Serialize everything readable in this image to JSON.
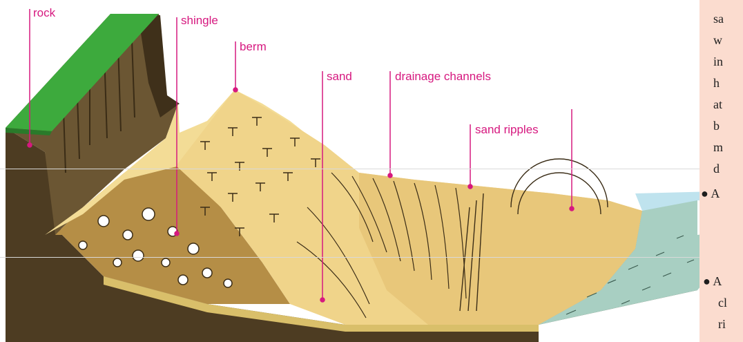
{
  "labels": {
    "rock": "rock",
    "shingle": "shingle",
    "berm": "berm",
    "sand": "sand",
    "drainage": "drainage channels",
    "ripples": "sand ripples"
  },
  "sidebar": {
    "lines": [
      "sa",
      "w",
      "in",
      "h",
      "at",
      "b",
      "m",
      "d"
    ],
    "bullet1": "A",
    "bullet2": "A",
    "cont_lines": [
      "cl",
      "ri"
    ]
  },
  "colors": {
    "label": "#d6187f",
    "grass": "#3daa3d",
    "rock": "#5b4a2c",
    "sand": "#f2dc96",
    "sand_dark": "#d9bf6a",
    "shingle_base": "#b58e46",
    "water": "#a8cfc2",
    "sidebar_bg": "#fbdccf"
  }
}
